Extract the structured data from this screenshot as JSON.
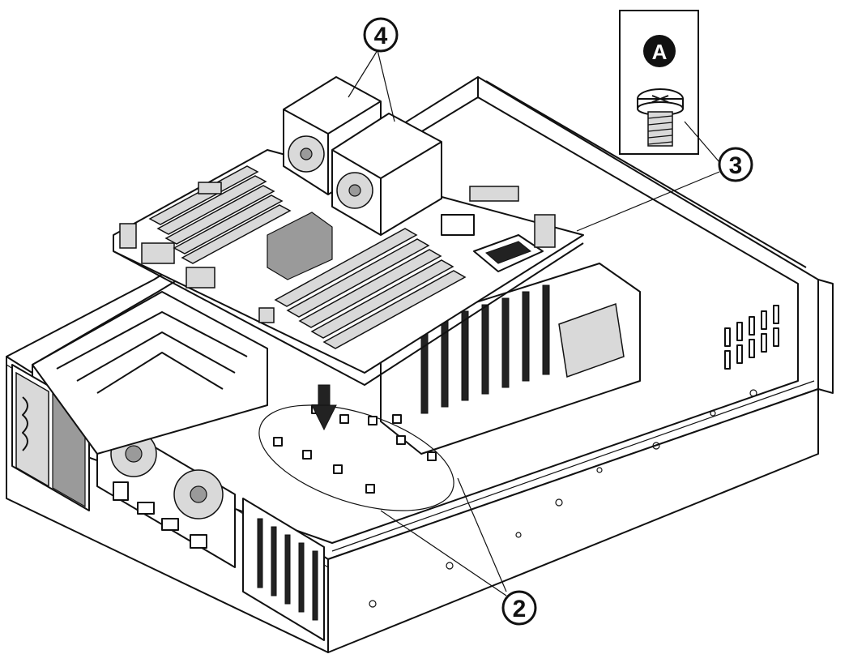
{
  "callouts": {
    "two": "2",
    "three": "3",
    "four": "4",
    "a": "A"
  }
}
